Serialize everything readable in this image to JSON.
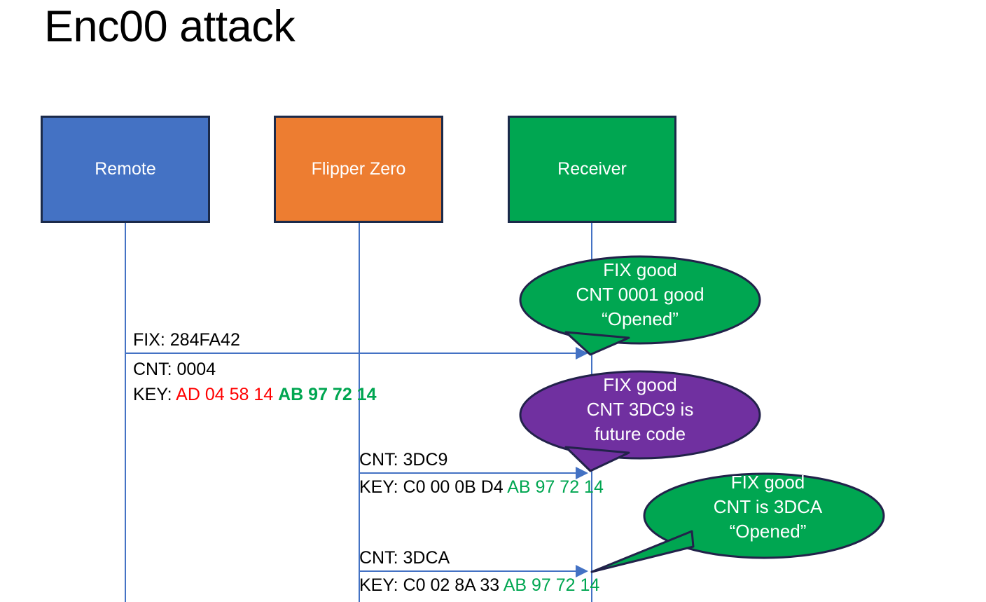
{
  "slide": {
    "title": "Enc00 attack"
  },
  "actors": [
    {
      "id": "remote",
      "label": "Remote",
      "color": "#4472C4"
    },
    {
      "id": "flipper",
      "label": "Flipper Zero",
      "color": "#ED7D31"
    },
    {
      "id": "receiver",
      "label": "Receiver",
      "color": "#00A651"
    }
  ],
  "messages": [
    {
      "id": "msg-1",
      "from": "remote",
      "to": "receiver",
      "fix_label": "FIX: 284FA42",
      "cnt_label": "CNT: 0004",
      "key_prefix": "KEY: ",
      "key_part_a": "AD 04 58 14 ",
      "key_part_b": "AB 97 72 14"
    },
    {
      "id": "msg-2",
      "from": "flipper",
      "to": "receiver",
      "cnt_label": "CNT: 3DC9",
      "key_prefix": "KEY: C0 00 0B D4 ",
      "key_part_b": "AB 97 72 14"
    },
    {
      "id": "msg-3",
      "from": "flipper",
      "to": "receiver",
      "cnt_label": "CNT: 3DCA",
      "key_prefix": "KEY: C0 02 8A 33 ",
      "key_part_b": "AB 97 72 14"
    }
  ],
  "callouts": [
    {
      "id": "callout-1",
      "color": "#00A651",
      "line1": "FIX good",
      "line2": "CNT 0001 good",
      "line3": "“Opened”"
    },
    {
      "id": "callout-2",
      "color": "#7030A0",
      "line1": "FIX good",
      "line2": "CNT 3DC9 is",
      "line3": "future code"
    },
    {
      "id": "callout-3",
      "color": "#00A651",
      "line1": "FIX good",
      "line2": "CNT is 3DCA",
      "line3": "“Opened”"
    }
  ],
  "colors": {
    "border": "#1B2A4A",
    "lifeline": "#4472C4",
    "key_red": "#FF0000",
    "key_green": "#00A651"
  }
}
